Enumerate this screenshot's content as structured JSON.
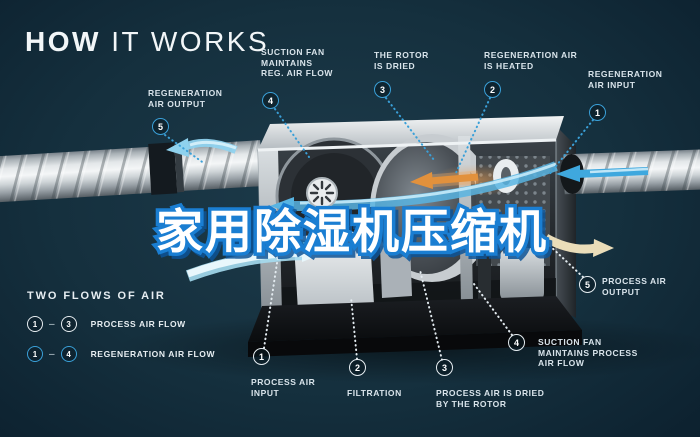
{
  "title": {
    "bold": "HOW",
    "light": " IT WORKS"
  },
  "watermark": {
    "text": "家用除湿机压缩机",
    "fill": "#ffffff",
    "outline": "#1a7ed2"
  },
  "colors": {
    "background": "#15303e",
    "accent_blue": "#3aa0d8",
    "label_text": "#d9e4eb",
    "flow_blue": "#58b4e2",
    "flow_orange": "#e2913c",
    "flow_cream": "#eaddb9"
  },
  "legend": {
    "heading": "TWO FLOWS OF AIR",
    "rows": [
      {
        "from": "1",
        "dash": "–",
        "to": "3",
        "label": "PROCESS AIR FLOW",
        "style": "process"
      },
      {
        "from": "1",
        "dash": "–",
        "to": "4",
        "label": "REGENERATION AIR FLOW",
        "style": "regeneration"
      }
    ]
  },
  "labels_top": [
    {
      "num": "5",
      "lines": [
        "REGENERATION",
        "AIR OUTPUT"
      ]
    },
    {
      "num": "4",
      "lines": [
        "SUCTION FAN",
        "MAINTAINS",
        "REG. AIR FLOW"
      ]
    },
    {
      "num": "3",
      "lines": [
        "THE ROTOR",
        "IS DRIED"
      ]
    },
    {
      "num": "2",
      "lines": [
        "REGENERATION AIR",
        "IS HEATED"
      ]
    },
    {
      "num": "1",
      "lines": [
        "REGENERATION",
        "AIR INPUT"
      ]
    }
  ],
  "labels_bottom": [
    {
      "num": "1",
      "lines": [
        "PROCESS AIR",
        "INPUT"
      ]
    },
    {
      "num": "2",
      "lines": [
        "FILTRATION"
      ]
    },
    {
      "num": "3",
      "lines": [
        "PROCESS AIR IS DRIED",
        "BY THE ROTOR"
      ]
    },
    {
      "num": "4",
      "lines": [
        "SUCTION FAN",
        "MAINTAINS PROCESS",
        "AIR FLOW"
      ]
    },
    {
      "num": "5",
      "lines": [
        "PROCESS AIR",
        "OUTPUT"
      ]
    }
  ]
}
